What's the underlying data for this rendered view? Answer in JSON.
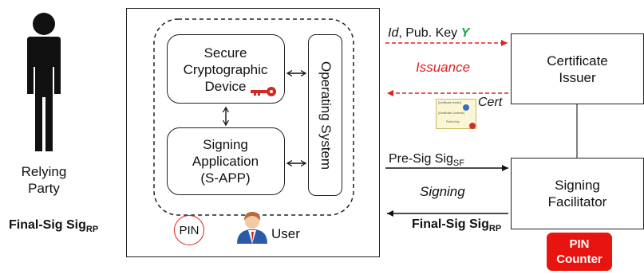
{
  "relying_party": {
    "line1": "Relying",
    "line2": "Party"
  },
  "final_sig_rp_left": {
    "main": "Final-Sig Sig",
    "sub": "RP"
  },
  "device": {
    "secure_device": {
      "line1": "Secure",
      "line2": "Cryptographic",
      "line3": "Device"
    },
    "signing_app": {
      "line1": "Signing",
      "line2": "Application",
      "line3": "(S-APP)"
    },
    "os_label": "Operating System",
    "pin_label": "PIN",
    "user_label": "User"
  },
  "messages": {
    "id_prefix": "Id",
    "pubkey_text": ", Pub. Key ",
    "pubkey_var": "Y",
    "issuance": "Issuance",
    "cert": "Cert",
    "pre_sig_main": "Pre-Sig Sig",
    "pre_sig_sub": "SF",
    "signing": "Signing",
    "final_sig_main": "Final-Sig Sig",
    "final_sig_sub": "RP"
  },
  "certificate_card": {
    "line1": "[Certificate Holder]",
    "line2": "[Certificate Contents]",
    "line3": "Public Key"
  },
  "certificate_issuer": {
    "line1": "Certificate",
    "line2": "Issuer"
  },
  "signing_facilitator": {
    "line1": "Signing",
    "line2": "Facilitator"
  },
  "pin_counter": {
    "line1": "PIN",
    "line2": "Counter"
  },
  "colors": {
    "accent_red": "#e0211d",
    "key_green": "#18a24a",
    "button_red": "#e8140f",
    "user_blue": "#2b5aa8"
  }
}
